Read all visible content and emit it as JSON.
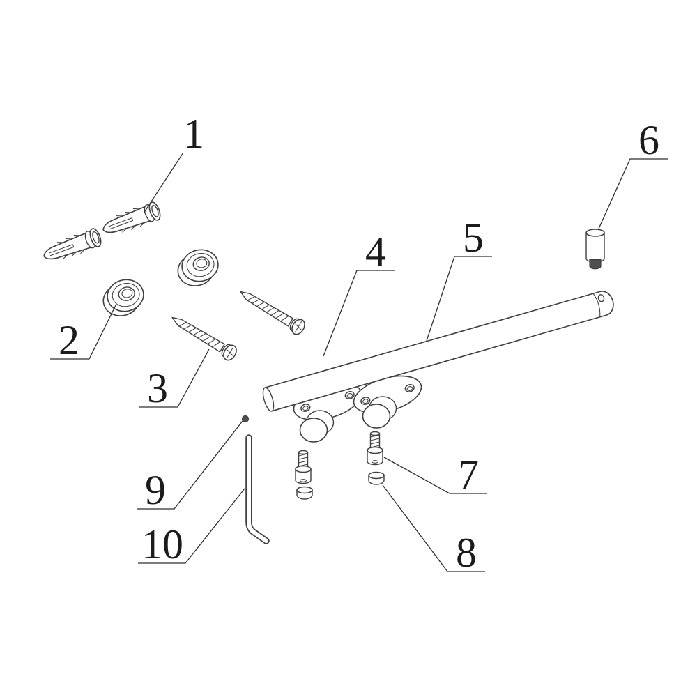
{
  "page": {
    "background_color": "#ffffff",
    "line_color": "#3f3f3f",
    "label_color": "#1b1b1b",
    "kind": "exploded parts installation diagram"
  },
  "callouts": [
    {
      "label": "1"
    },
    {
      "label": "2"
    },
    {
      "label": "3"
    },
    {
      "label": "4"
    },
    {
      "label": "5"
    },
    {
      "label": "6"
    },
    {
      "label": "7"
    },
    {
      "label": "8"
    },
    {
      "label": "9"
    },
    {
      "label": "10"
    }
  ]
}
